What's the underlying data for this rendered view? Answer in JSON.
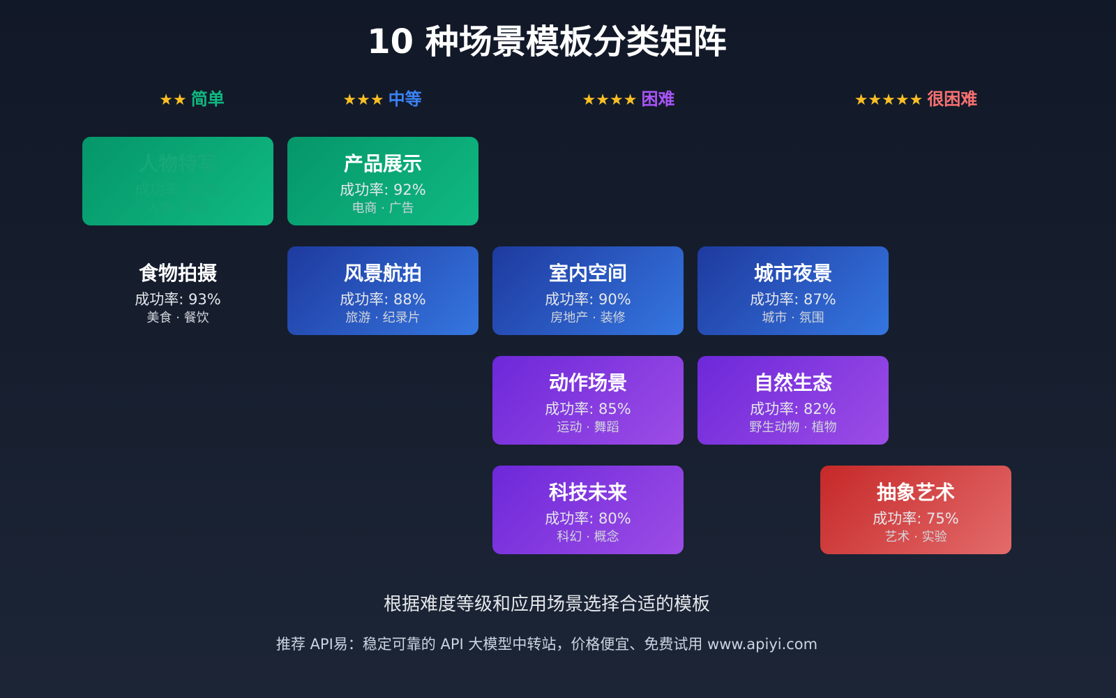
{
  "title": "10 种场景模板分类矩阵",
  "levels": [
    {
      "stars": "★★",
      "label": "简单",
      "color": "#10b981"
    },
    {
      "stars": "★★★",
      "label": "中等",
      "color": "#3b82f6"
    },
    {
      "stars": "★★★★",
      "label": "困难",
      "color": "#a855f7"
    },
    {
      "stars": "★★★★★",
      "label": "很困难",
      "color": "#f87171"
    }
  ],
  "cards": [
    {
      "name": "人物特写",
      "rate": "成功率: 95%",
      "tags": "人像 · 采访"
    },
    {
      "name": "产品展示",
      "rate": "成功率: 92%",
      "tags": "电商 · 广告"
    },
    {
      "name": "食物拍摄",
      "rate": "成功率: 93%",
      "tags": "美食 · 餐饮"
    },
    {
      "name": "风景航拍",
      "rate": "成功率: 88%",
      "tags": "旅游 · 纪录片"
    },
    {
      "name": "室内空间",
      "rate": "成功率: 90%",
      "tags": "房地产 · 装修"
    },
    {
      "name": "城市夜景",
      "rate": "成功率: 87%",
      "tags": "城市 · 氛围"
    },
    {
      "name": "动作场景",
      "rate": "成功率: 85%",
      "tags": "运动 · 舞蹈"
    },
    {
      "name": "自然生态",
      "rate": "成功率: 82%",
      "tags": "野生动物 · 植物"
    },
    {
      "name": "科技未来",
      "rate": "成功率: 80%",
      "tags": "科幻 · 概念"
    },
    {
      "name": "抽象艺术",
      "rate": "成功率: 75%",
      "tags": "艺术 · 实验"
    }
  ],
  "subtitle": "根据难度等级和应用场景选择合适的模板",
  "footer": "推荐 API易：稳定可靠的 API 大模型中转站，价格便宜、免费试用 www.apiyi.com"
}
